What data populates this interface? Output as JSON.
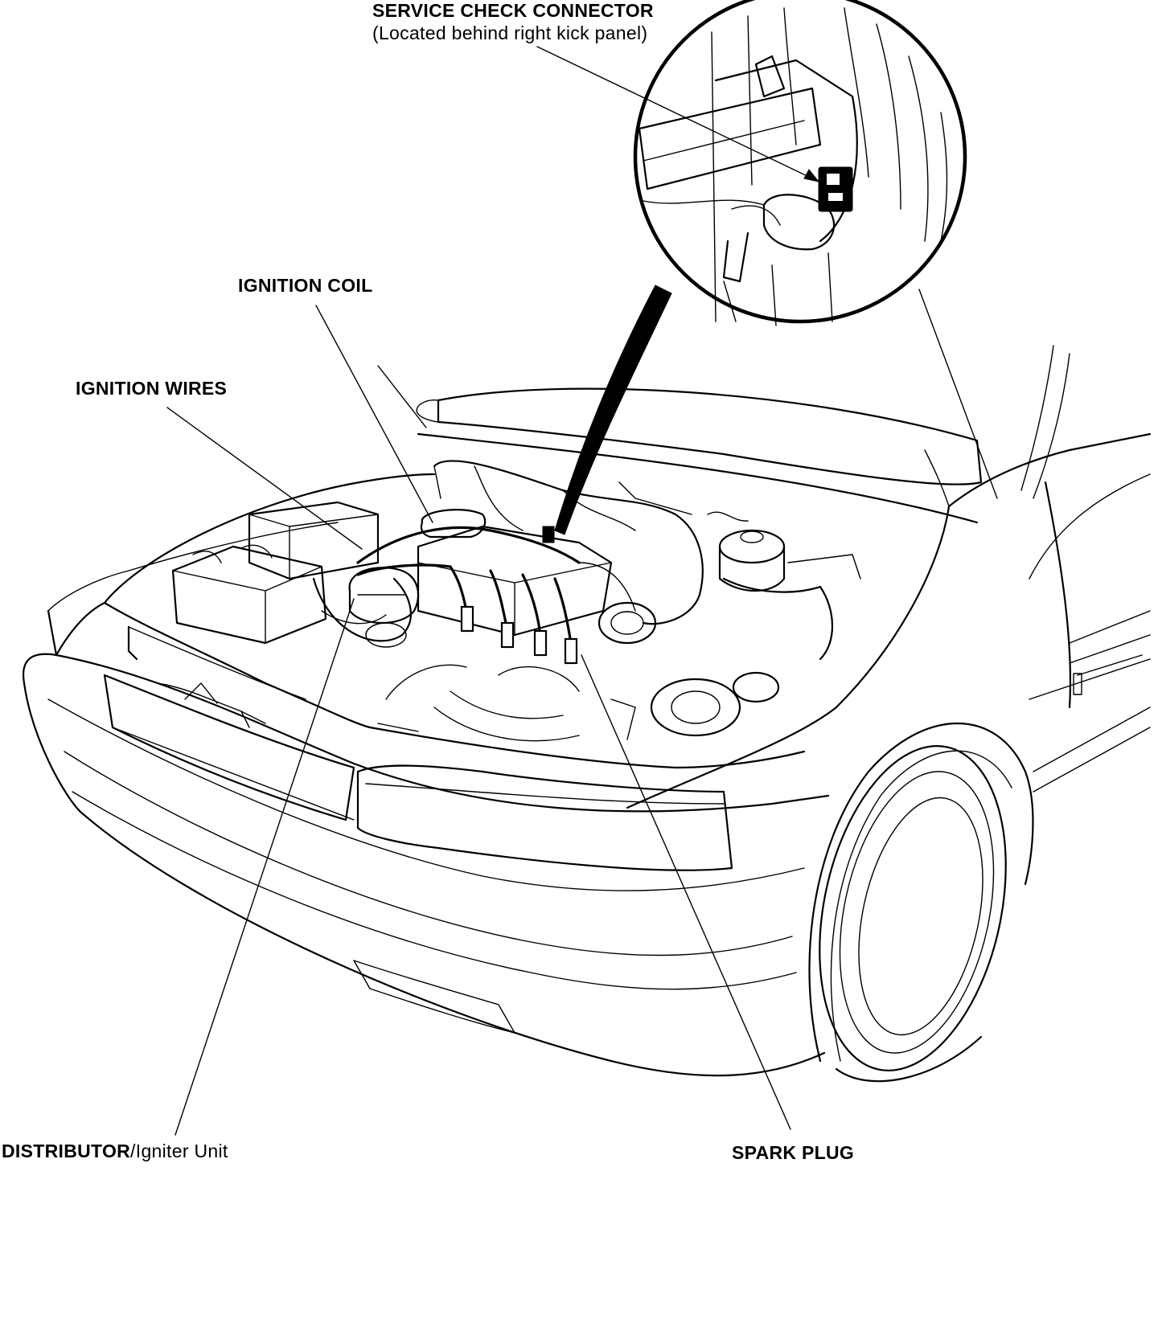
{
  "labels": {
    "service_check_connector": "SERVICE CHECK CONNECTOR",
    "service_check_location": "(Located behind right kick panel)",
    "ignition_coil": "IGNITION COIL",
    "ignition_wires": "IGNITION WIRES",
    "distributor": "DISTRIBUTOR",
    "distributor_separator": "/",
    "igniter_unit": "Igniter Unit",
    "spark_plug": "SPARK PLUG"
  }
}
